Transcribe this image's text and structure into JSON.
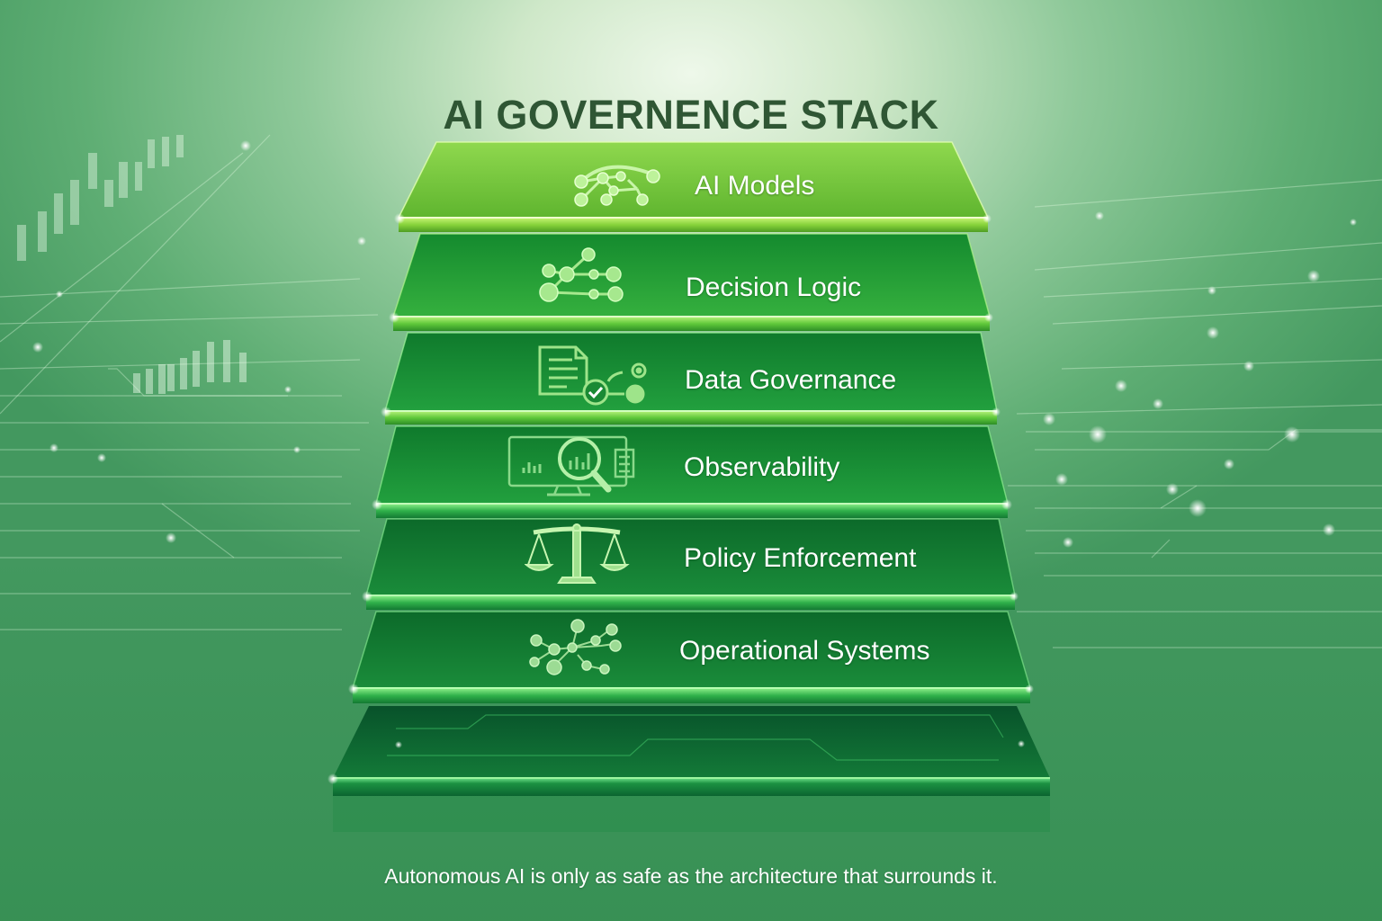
{
  "title": "AI GOVERNENCE STACK",
  "layers": [
    {
      "label": "AI Models",
      "icon": "neural-network-icon"
    },
    {
      "label": "Decision Logic",
      "icon": "decision-tree-icon"
    },
    {
      "label": "Data Governance",
      "icon": "document-check-icon"
    },
    {
      "label": "Observability",
      "icon": "monitor-magnifier-icon"
    },
    {
      "label": "Policy Enforcement",
      "icon": "scales-icon"
    },
    {
      "label": "Operational Systems",
      "icon": "network-nodes-icon"
    },
    {
      "label": "",
      "icon": "circuit-base"
    }
  ],
  "tagline": "Autonomous AI is only as safe as the architecture that surrounds it.",
  "colors": {
    "title": "#2f5634",
    "top_layer": "#6cc53a",
    "mid_layer": "#1f9a3a",
    "dark_layer": "#137a32",
    "edge_glow": "#9cf06a",
    "background_light": "#eef8ea",
    "background_dark": "#43985f"
  }
}
